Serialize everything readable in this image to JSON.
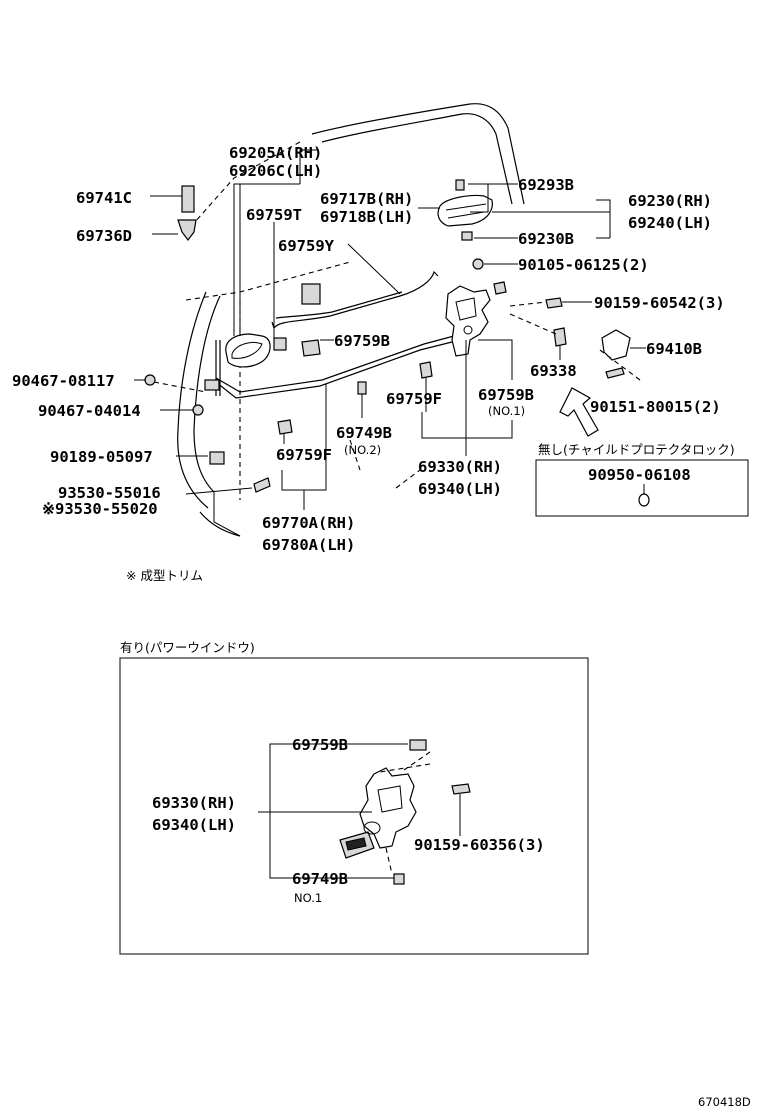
{
  "diagram": {
    "labels": {
      "p69205A": "69205A(RH)",
      "p69206C": "69206C(LH)",
      "p69741C": "69741C",
      "p69736D": "69736D",
      "p69759T": "69759T",
      "p69717B": "69717B(RH)",
      "p69718B": "69718B(LH)",
      "p69293B": "69293B",
      "p69230RH": "69230(RH)",
      "p69240LH": "69240(LH)",
      "p69230B": "69230B",
      "p69759Y": "69759Y",
      "p90105": "90105-06125(2)",
      "p90159a": "90159-60542(3)",
      "p69759B_a": "69759B",
      "p69338": "69338",
      "p69410B": "69410B",
      "p90467a": "90467-08117",
      "p90467b": "90467-04014",
      "p69759F_a": "69759F",
      "p69759B_b": "69759B",
      "no1_a": "(NO.1)",
      "p90151": "90151-80015(2)",
      "p69749B_a": "69749B",
      "no2": "(NO.2)",
      "p90189": "90189-05097",
      "p69759F_b": "69759F",
      "p69330RH_a": "69330(RH)",
      "p69340LH_a": "69340(LH)",
      "p93530a": "93530-55016",
      "p93530b": "※93530-55020",
      "p69770A": "69770A(RH)",
      "p69780A": "69780A(LH)",
      "note_molded": "※ 成型トリム",
      "no_child_protector": "無し(チャイルドプロテクタロック)",
      "p90950": "90950-06108",
      "with_power_window": "有り(パワーウインドウ)",
      "pw_69759B": "69759B",
      "pw_69330RH": "69330(RH)",
      "pw_69340LH": "69340(LH)",
      "pw_90159": "90159-60356(3)",
      "pw_69749B": "69749B",
      "pw_no1": "NO.1",
      "figure_id": "670418D"
    }
  }
}
